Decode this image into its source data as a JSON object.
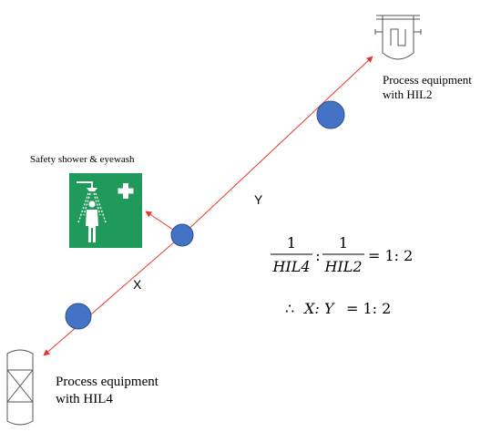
{
  "labels": {
    "top_equipment_line1": "Process equipment",
    "top_equipment_line2": "with HIL2",
    "bottom_equipment_line1": "Process equipment",
    "bottom_equipment_line2": "with HIL4",
    "shower": "Safety shower & eyewash",
    "segment_y": "Y",
    "segment_x": "X"
  },
  "equation1": {
    "num_left": "1",
    "den_left": "HIL4",
    "colon": ":",
    "num_right": "1",
    "den_right": "HIL2",
    "rhs": "= 1: 2"
  },
  "equation2": {
    "therefore": "∴",
    "expr": "X: Y",
    "rhs": "= 1: 2"
  },
  "colors": {
    "arrow": "#e8352c",
    "node_fill": "#4472c4",
    "node_stroke": "#2f528f",
    "sign_green": "#1f9a5a",
    "equipment_stroke": "#555555"
  }
}
